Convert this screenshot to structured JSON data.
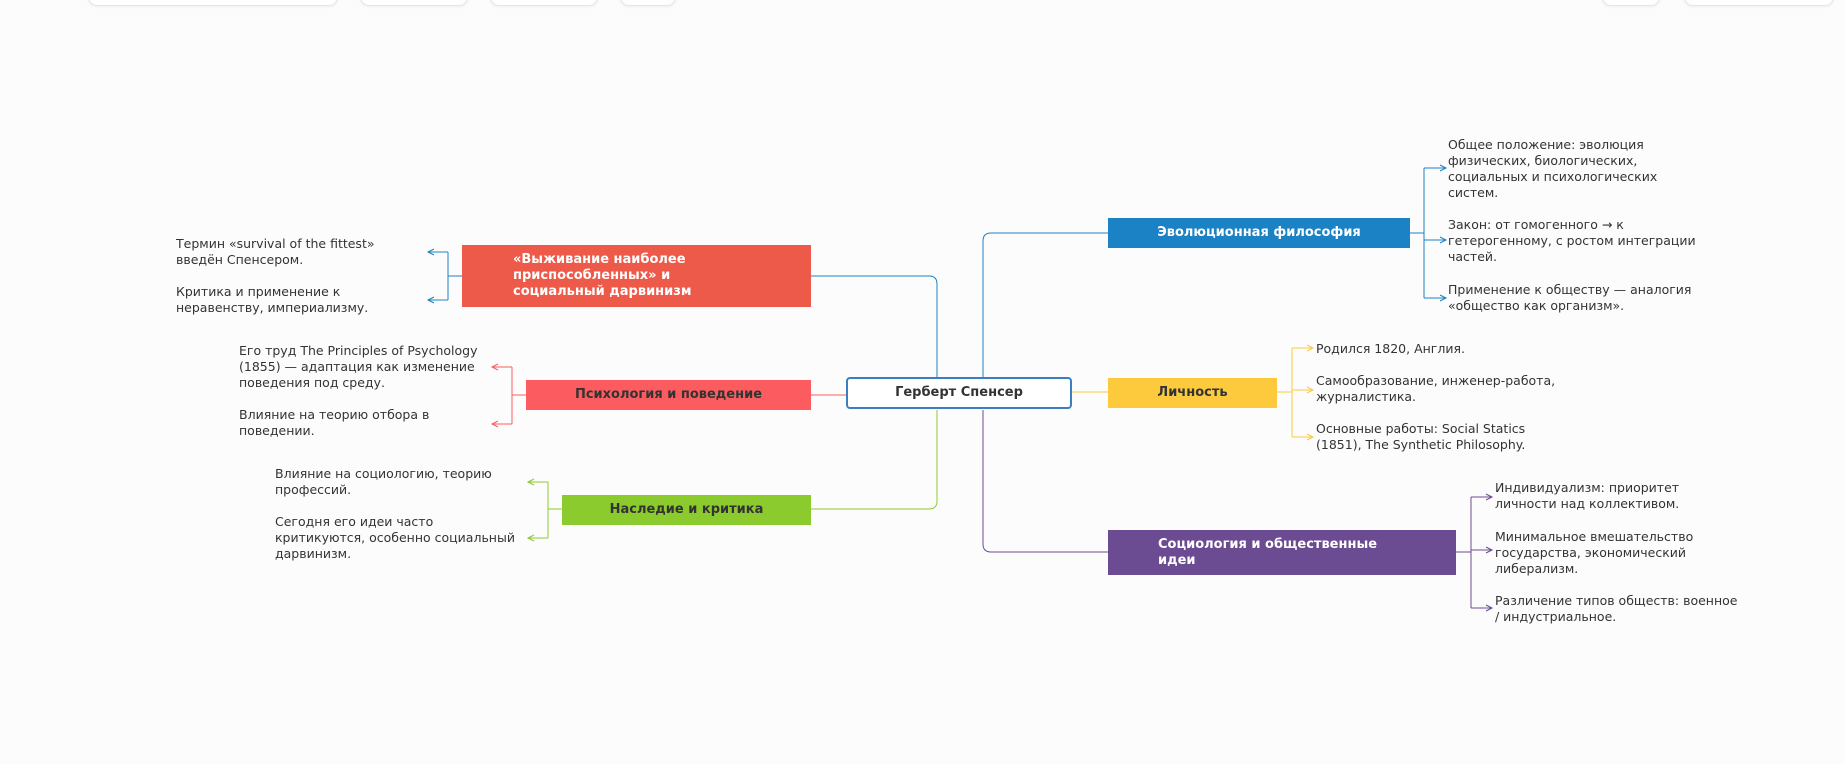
{
  "colors": {
    "root_border": "#3a7fc1",
    "root_text": "#333333",
    "survival": "#ee5a4a",
    "psychology": "#fc5b5f",
    "legacy": "#8ccb2d",
    "evolution": "#1b82c5",
    "personality": "#fcca3c",
    "sociology": "#6b4b91"
  },
  "mindmap": {
    "root": {
      "label": "Герберт Спенсер"
    },
    "branches": {
      "survival": {
        "label_lines": [
          "«Выживание наиболее",
          "приспособленных» и",
          "социальный дарвинизм"
        ],
        "notes": [
          [
            "Термин «survival of the fittest»",
            "введён Спенсером."
          ],
          [
            "Критика и применение к",
            "неравенству, империализму."
          ]
        ]
      },
      "psychology": {
        "label": "Психология и поведение",
        "notes": [
          [
            "Его труд The Principles of Psychology",
            "(1855) — адаптация как изменение",
            "поведения под среду."
          ],
          [
            "Влияние на теорию отбора в",
            "поведении."
          ]
        ]
      },
      "legacy": {
        "label": "Наследие и критика",
        "notes": [
          [
            "Влияние на социологию, теорию",
            "профессий."
          ],
          [
            "Сегодня его идеи часто",
            "критикуются, особенно социальный",
            "дарвинизм."
          ]
        ]
      },
      "evolution": {
        "label": "Эволюционная философия",
        "notes": [
          [
            "Общее положение: эволюция",
            "физических, биологических,",
            "социальных и психологических",
            "систем."
          ],
          [
            "Закон: от гомогенного → к",
            "гетерогенному, с ростом интеграции",
            "частей."
          ],
          [
            "Применение к обществу — аналогия",
            "«общество как организм»."
          ]
        ]
      },
      "personality": {
        "label": "Личность",
        "notes": [
          [
            "Родился 1820, Англия."
          ],
          [
            "Самообразование, инженер-работа,",
            "журналистика."
          ],
          [
            "Основные работы: Social Statics",
            "(1851), The Synthetic Philosophy."
          ]
        ]
      },
      "sociology": {
        "label_lines": [
          "Социология и общественные",
          "идеи"
        ],
        "notes": [
          [
            "Индивидуализм: приоритет",
            "личности над коллективом."
          ],
          [
            "Минимальное вмешательство",
            "государства, экономический",
            "либерализм."
          ],
          [
            "Различение типов обществ: военное",
            "/ индустриальное."
          ]
        ]
      }
    }
  }
}
